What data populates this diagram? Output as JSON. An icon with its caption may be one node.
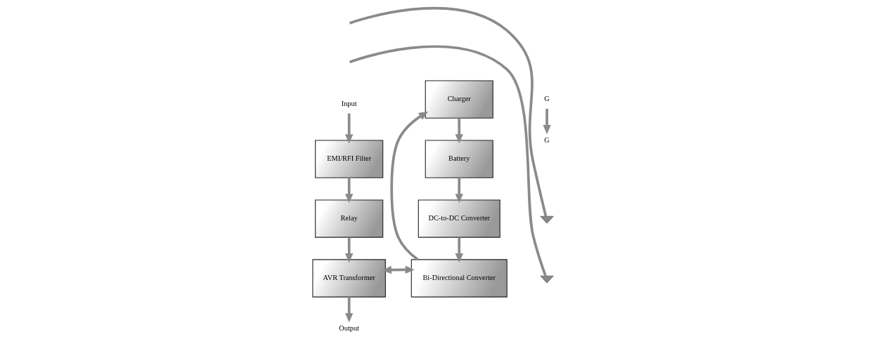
{
  "diagram": {
    "nodes": [
      {
        "text": [
          "EMI/RFI Filter"
        ]
      },
      {
        "text": [
          "Relay"
        ]
      },
      {
        "text": [
          "AVR Transformer"
        ]
      },
      {
        "text": [
          "Charger"
        ]
      },
      {
        "text": [
          "Battery"
        ]
      },
      {
        "text": [
          "DC-to-DC Converter"
        ]
      },
      {
        "text": [
          "Bi-Directional Converter"
        ]
      },
      {
        "text": [
          "Input"
        ]
      },
      {
        "text": [
          "Output"
        ]
      },
      {
        "text": [
          "G"
        ]
      },
      {
        "text": [
          "G"
        ]
      },
      {
        "text": [],
        "shape": "ground"
      },
      {
        "text": [],
        "shape": "ground"
      }
    ],
    "edges": [
      {
        "from": 7,
        "to": 0,
        "arrow": "to"
      },
      {
        "from": 0,
        "to": 1,
        "arrow": "to"
      },
      {
        "from": 1,
        "to": 2,
        "arrow": "to"
      },
      {
        "from": 2,
        "to": 8,
        "arrow": "to"
      },
      {
        "from": 2,
        "to": 6,
        "arrow": "both"
      },
      {
        "from": 6,
        "to": 3,
        "arrow": "to"
      },
      {
        "from": 3,
        "to": 4,
        "arrow": "to"
      },
      {
        "from": 4,
        "to": 5,
        "arrow": "to"
      },
      {
        "from": 5,
        "to": 6,
        "arrow": "to"
      },
      {
        "from": 9,
        "to": 10,
        "arrow": "to"
      },
      {
        "from": null,
        "to": 11,
        "arrow": "none"
      },
      {
        "from": null,
        "to": 12,
        "arrow": "none"
      }
    ]
  }
}
